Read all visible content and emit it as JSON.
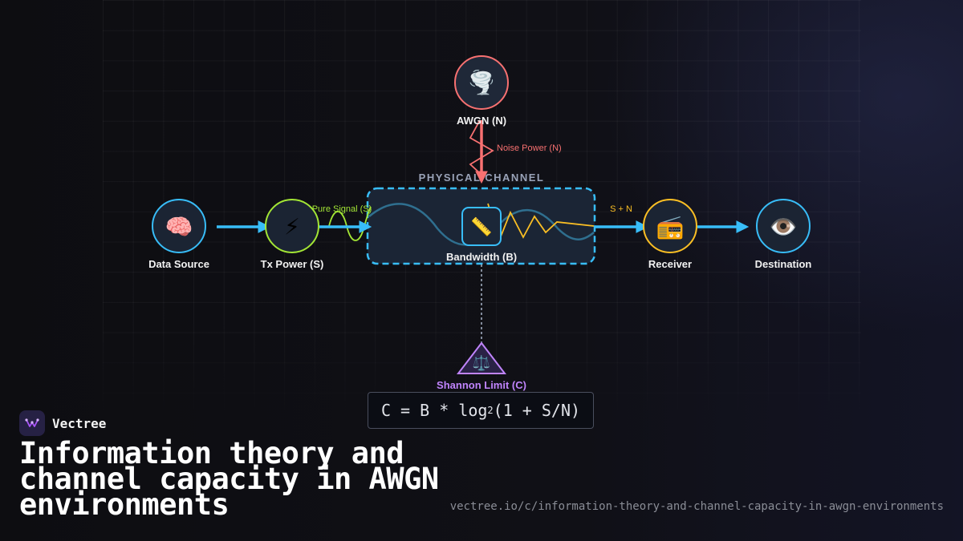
{
  "brand": {
    "name": "Vectree"
  },
  "title": "Information theory and channel capacity in AWGN environments",
  "url": "vectree.io/c/information-theory-and-channel-capacity-in-awgn-environments",
  "diagram": {
    "nodes": {
      "data_source": {
        "label": "Data Source",
        "icon": "brain-icon",
        "glyph": "🧠",
        "color": "#38bdf8"
      },
      "tx_power": {
        "label": "Tx Power (S)",
        "icon": "lightning-icon",
        "glyph": "⚡",
        "color": "#a3e635"
      },
      "awgn": {
        "label": "AWGN (N)",
        "icon": "tornado-icon",
        "glyph": "🌪️",
        "color": "#f87171"
      },
      "bandwidth": {
        "label": "Bandwidth (B)",
        "icon": "ruler-icon",
        "glyph": "📏",
        "color": "#38bdf8"
      },
      "receiver": {
        "label": "Receiver",
        "icon": "radio-icon",
        "glyph": "📻",
        "color": "#fbbf24"
      },
      "destination": {
        "label": "Destination",
        "icon": "eye-icon",
        "glyph": "👁️",
        "color": "#38bdf8"
      },
      "shannon": {
        "label": "Shannon Limit (C)",
        "icon": "scales-icon",
        "glyph": "⚖️",
        "color": "#c084fc"
      }
    },
    "channel_label": "PHYSICAL CHANNEL",
    "edge_labels": {
      "pure_signal": "Pure Signal (S)",
      "noise_power": "Noise Power (N)",
      "s_plus_n": "S + N"
    },
    "formula": {
      "prefix": "C = B * log",
      "subscript": "2",
      "suffix": "(1 + S/N)"
    },
    "colors": {
      "arrow": "#38bdf8",
      "signal": "#a3e635",
      "noise": "#f87171",
      "mixed": "#fbbf24",
      "channel_border": "#38bdf8",
      "shannon": "#c084fc",
      "channel_label": "#9aa3b8"
    }
  }
}
